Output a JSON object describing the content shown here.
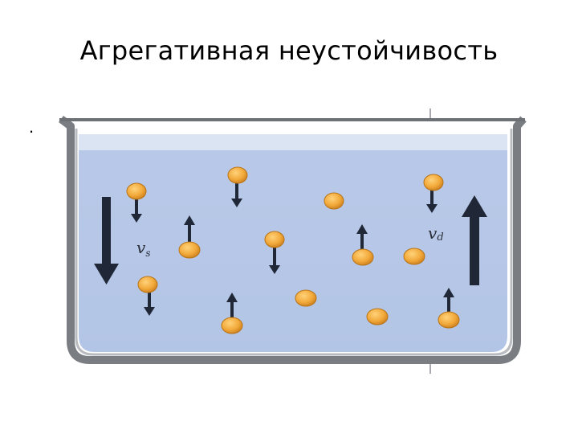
{
  "slide": {
    "title": "Агрегативная неустойчивость",
    "bullet": "."
  },
  "diagram": {
    "labels": {
      "sedimentation_velocity": "vs",
      "diffusion_velocity": "vd"
    },
    "colors": {
      "water": "#b8c9e8",
      "water_surface": "#dde6f3",
      "vessel_wall": "#7a7e83",
      "particle": "#f2a93a",
      "arrow": "#202838"
    }
  }
}
